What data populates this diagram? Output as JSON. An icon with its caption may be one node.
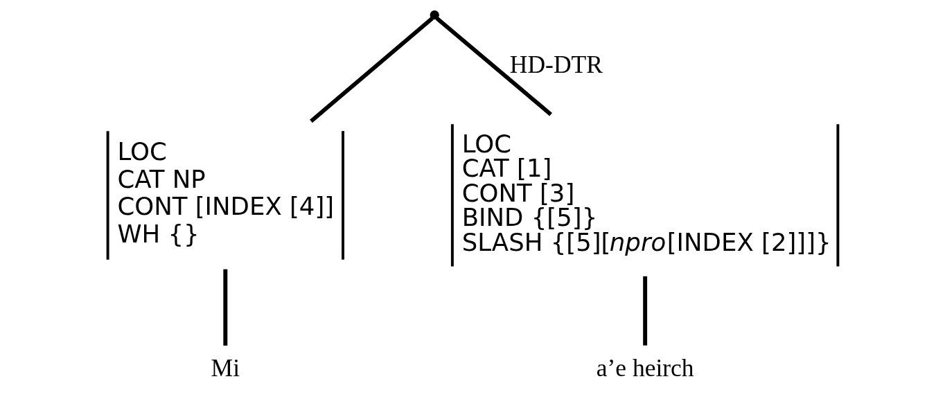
{
  "diagram": {
    "nodes": [
      {
        "text": [],
        "shape": "point"
      },
      {
        "text": [
          "LOC",
          "CAT NP",
          "CONT [INDEX [4]]",
          "WH {}"
        ]
      },
      {
        "text": [
          "LOC",
          "CAT [1]",
          "CONT [3]",
          "BIND {[5]}",
          "SLASH {[5][*npro*[INDEX [2]]]}"
        ]
      },
      {
        "text": [
          "Mi"
        ]
      },
      {
        "text": [
          "a’e heirch"
        ]
      }
    ],
    "edges": [
      {
        "from": 0,
        "to": 1,
        "arrow": "none"
      },
      {
        "from": 0,
        "to": 2,
        "arrow": "none",
        "label": "HD-DTR"
      },
      {
        "from": 1,
        "to": 3,
        "arrow": "none"
      },
      {
        "from": 2,
        "to": 4,
        "arrow": "none"
      }
    ]
  }
}
